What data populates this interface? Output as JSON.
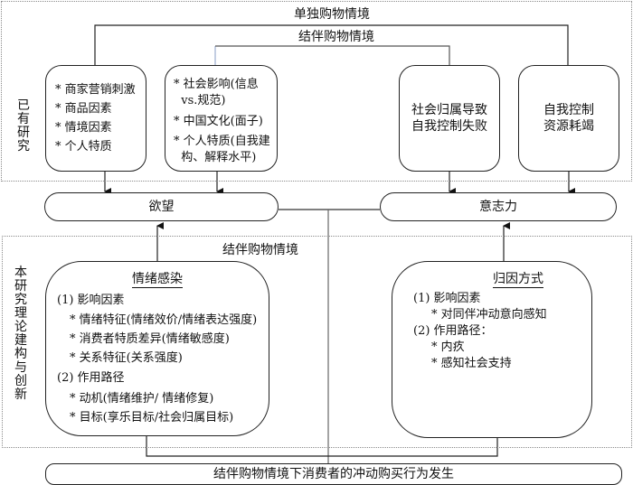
{
  "labels": {
    "solo_context": "单独购物情境",
    "companion_context_top": "结伴购物情境",
    "companion_context_bottom": "结伴购物情境"
  },
  "regions": {
    "existing_research": "已有研究",
    "this_research": "本研究理论建构与创新"
  },
  "existing_boxes": [
    {
      "items": [
        "* 商家营销刺激",
        "* 商品因素",
        "* 情境因素",
        "* 个人特质"
      ]
    },
    {
      "items": [
        "* 社会影响(信息",
        "  vs.规范)",
        "* 中国文化(面子)",
        "* 个人特质(自我建",
        "  构、解释水平)"
      ]
    },
    {
      "lines": [
        "社会归属导致",
        "自我控制失败"
      ]
    },
    {
      "lines": [
        "自我控制",
        "资源耗竭"
      ]
    }
  ],
  "middle_nodes": {
    "desire": "欲望",
    "willpower": "意志力"
  },
  "emotion_box": {
    "title": "情绪感染",
    "section1": "(1) 影响因素",
    "section1_items": [
      "* 情绪特征(情绪效价/情绪表达强度)",
      "* 消费者特质差异(情绪敏感度)",
      "* 关系特征(关系强度)"
    ],
    "section2": "(2) 作用路径",
    "section2_items": [
      "* 动机(情绪维护/ 情绪修复)",
      "* 目标(享乐目标/社会归属目标)"
    ]
  },
  "attribution_box": {
    "title": "归因方式",
    "section1": "(1) 影响因素",
    "section1_items": [
      "* 对同伴冲动意向感知"
    ],
    "section2": "(2) 作用路径：",
    "section2_items": [
      "* 内疚",
      "* 感知社会支持"
    ]
  },
  "outcome": "结伴购物情境下消费者的冲动购买行为发生",
  "colors": {
    "line": "#222222",
    "companion_line_left": "#a9b8d6",
    "region_border": "#8a8a8a"
  }
}
